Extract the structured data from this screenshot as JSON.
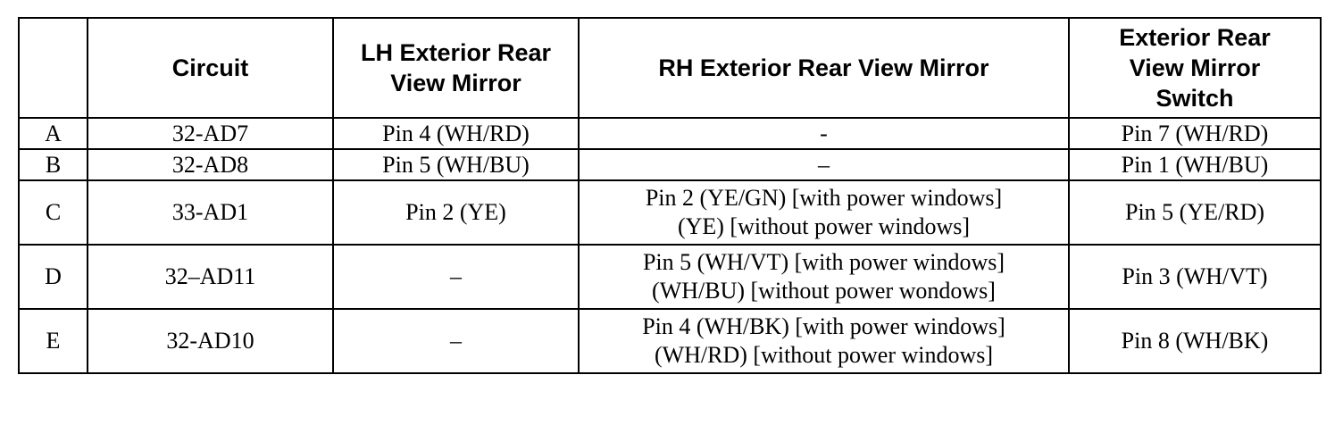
{
  "headers": [
    "",
    "Circuit",
    "LH Exterior Rear View Mirror",
    "RH Exterior Rear View Mirror",
    "Exterior Rear View Mirror Switch"
  ],
  "header_lines": {
    "lh": [
      "LH Exterior Rear",
      "View Mirror"
    ],
    "switch": [
      "Exterior Rear",
      "View Mirror",
      "Switch"
    ]
  },
  "rows": [
    {
      "id": "A",
      "circuit": "32-AD7",
      "lh": "Pin 4 (WH/RD)",
      "rh": [
        "-"
      ],
      "switch": "Pin 7 (WH/RD)"
    },
    {
      "id": "B",
      "circuit": "32-AD8",
      "lh": "Pin 5 (WH/BU)",
      "rh": [
        "–"
      ],
      "switch": "Pin 1 (WH/BU)"
    },
    {
      "id": "C",
      "circuit": "33-AD1",
      "lh": "Pin 2 (YE)",
      "rh": [
        "Pin 2 (YE/GN) [with power windows]",
        "(YE) [without power windows]"
      ],
      "switch": "Pin 5 (YE/RD)"
    },
    {
      "id": "D",
      "circuit": "32–AD11",
      "lh": "–",
      "rh": [
        "Pin 5 (WH/VT) [with power windows]",
        "(WH/BU) [without power wondows]"
      ],
      "switch": "Pin 3 (WH/VT)"
    },
    {
      "id": "E",
      "circuit": "32-AD10",
      "lh": "–",
      "rh": [
        "Pin 4 (WH/BK) [with power windows]",
        "(WH/RD) [without power windows]"
      ],
      "switch": "Pin 8 (WH/BK)"
    }
  ]
}
